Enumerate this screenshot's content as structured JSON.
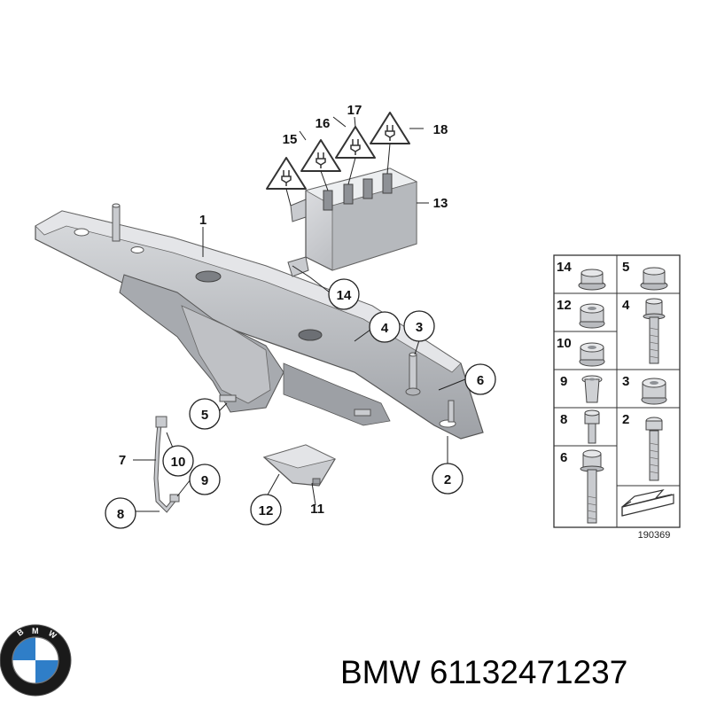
{
  "callouts": {
    "c1": "1",
    "c2": "2",
    "c3": "3",
    "c4": "4",
    "c5": "5",
    "c6": "6",
    "c7": "7",
    "c8": "8",
    "c9": "9",
    "c10": "10",
    "c11": "11",
    "c12": "12",
    "c13": "13",
    "c14": "14",
    "c15": "15",
    "c16": "16",
    "c17": "17",
    "c18": "18"
  },
  "parts_grid": {
    "left": [
      "14",
      "12",
      "10",
      "9",
      "8",
      "6"
    ],
    "right": [
      "5",
      "4",
      "3",
      "2"
    ]
  },
  "diagram_ref": "190369",
  "brand": {
    "name": "BMW",
    "part_number": "61132471237"
  },
  "colors": {
    "part_fill": "#c9cbcf",
    "part_dark": "#8e9196",
    "line": "#222222",
    "bmw_blue": "#2f7ec8",
    "bmw_black": "#1a1a1a"
  }
}
